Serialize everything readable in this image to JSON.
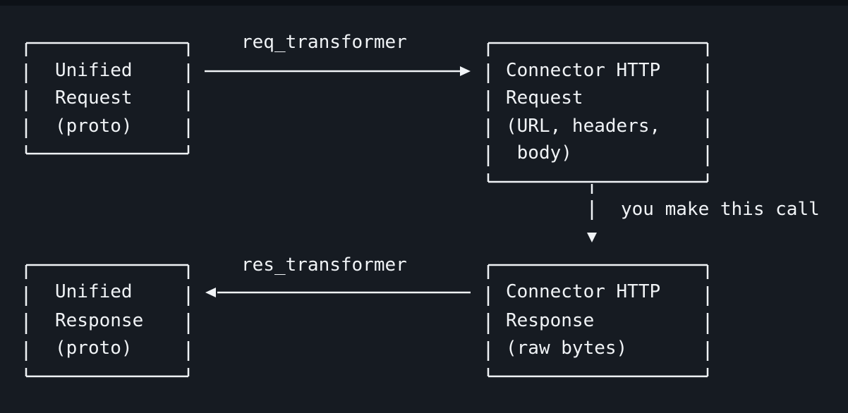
{
  "boxes": {
    "unified_request": [
      "Unified",
      "Request",
      "(proto)"
    ],
    "connector_request": [
      "Connector HTTP",
      "Request",
      "(URL, headers,",
      " body)"
    ],
    "unified_response": [
      "Unified",
      "Response",
      "(proto)"
    ],
    "connector_response": [
      "Connector HTTP",
      "Response",
      "(raw bytes)"
    ]
  },
  "edges": {
    "req_label": "req_transformer",
    "call_label": "you make this call",
    "res_label": "res_transformer"
  },
  "colors": {
    "background": "#161b22",
    "foreground": "#f0f3f6"
  }
}
